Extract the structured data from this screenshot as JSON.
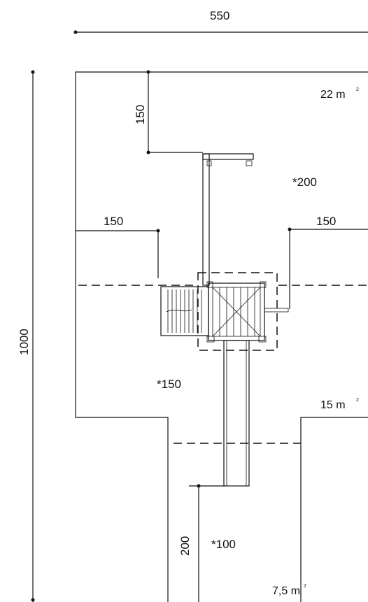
{
  "dimensions": {
    "top_width": "550",
    "total_height": "1000",
    "top_offset": "150",
    "left_offset": "150",
    "right_offset": "150",
    "bottom_offset": "200"
  },
  "zones": {
    "upper_area": {
      "value": "22 m",
      "unit_sup": "2"
    },
    "middle_area": {
      "value": "15 m",
      "unit_sup": "2"
    },
    "lower_area": {
      "value": "7,5 m",
      "unit_sup": "2"
    }
  },
  "clearances": {
    "right": "*200",
    "left": "*150",
    "bottom": "*100"
  }
}
